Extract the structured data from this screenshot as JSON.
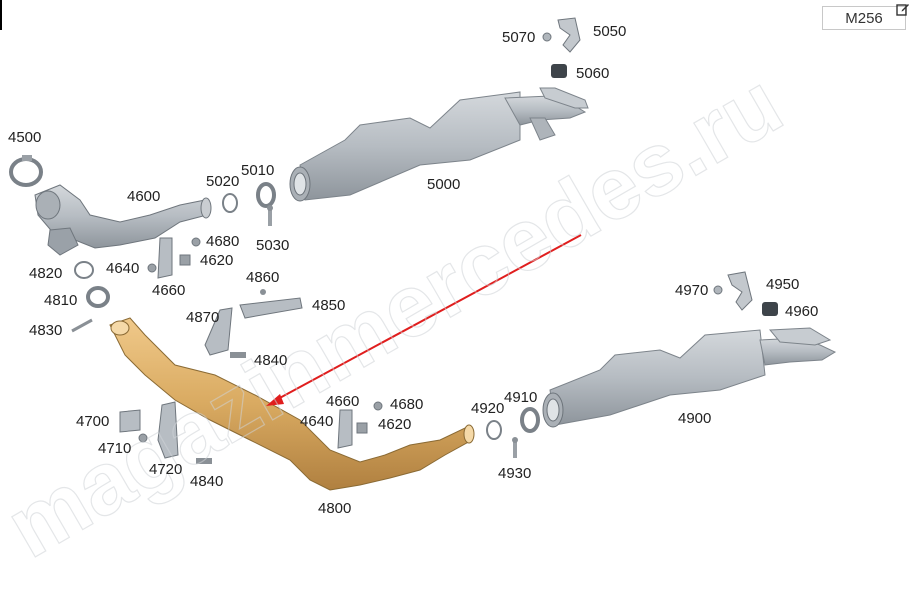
{
  "badge": {
    "model": "M256"
  },
  "watermark": {
    "text": "magazinmercedes.ru"
  },
  "colors": {
    "part_gray": "#b9bec4",
    "part_dark": "#8d9399",
    "highlight_gold": "#d9aa61",
    "arrow_red": "#e01e1e"
  },
  "labels": [
    {
      "id": "5070",
      "text": "5070"
    },
    {
      "id": "5050",
      "text": "5050"
    },
    {
      "id": "5060",
      "text": "5060"
    },
    {
      "id": "4500",
      "text": "4500"
    },
    {
      "id": "5020",
      "text": "5020"
    },
    {
      "id": "5010",
      "text": "5010"
    },
    {
      "id": "5000",
      "text": "5000"
    },
    {
      "id": "4600",
      "text": "4600"
    },
    {
      "id": "4680a",
      "text": "4680"
    },
    {
      "id": "4620a",
      "text": "4620"
    },
    {
      "id": "5030",
      "text": "5030"
    },
    {
      "id": "4640a",
      "text": "4640"
    },
    {
      "id": "4820",
      "text": "4820"
    },
    {
      "id": "4660a",
      "text": "4660"
    },
    {
      "id": "4860",
      "text": "4860"
    },
    {
      "id": "4810",
      "text": "4810"
    },
    {
      "id": "4850",
      "text": "4850"
    },
    {
      "id": "4830",
      "text": "4830"
    },
    {
      "id": "4870",
      "text": "4870"
    },
    {
      "id": "4840a",
      "text": "4840"
    },
    {
      "id": "4970",
      "text": "4970"
    },
    {
      "id": "4950",
      "text": "4950"
    },
    {
      "id": "4960",
      "text": "4960"
    },
    {
      "id": "4660b",
      "text": "4660"
    },
    {
      "id": "4680b",
      "text": "4680"
    },
    {
      "id": "4920",
      "text": "4920"
    },
    {
      "id": "4910",
      "text": "4910"
    },
    {
      "id": "4640b",
      "text": "4640"
    },
    {
      "id": "4620b",
      "text": "4620"
    },
    {
      "id": "4700",
      "text": "4700"
    },
    {
      "id": "4900",
      "text": "4900"
    },
    {
      "id": "4710",
      "text": "4710"
    },
    {
      "id": "4720",
      "text": "4720"
    },
    {
      "id": "4930",
      "text": "4930"
    },
    {
      "id": "4840b",
      "text": "4840"
    },
    {
      "id": "4800",
      "text": "4800"
    }
  ]
}
